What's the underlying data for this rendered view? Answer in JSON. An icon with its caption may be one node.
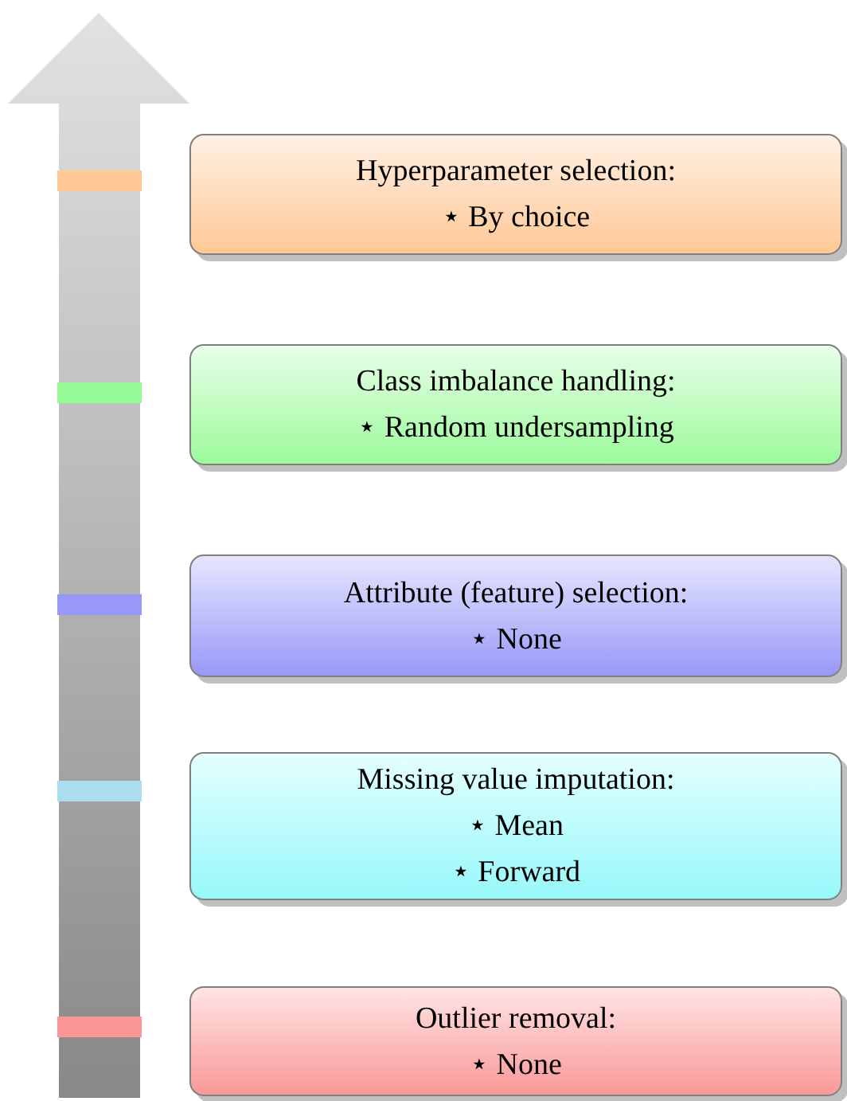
{
  "diagram": {
    "nodes": [
      {
        "text": [
          "Hyperparameter selection:",
          "⋆ By choice"
        ]
      },
      {
        "text": [
          "Class imbalance handling:",
          "⋆ Random undersampling"
        ]
      },
      {
        "text": [
          "Attribute (feature) selection:",
          "⋆ None"
        ]
      },
      {
        "text": [
          "Missing value imputation:",
          "⋆ Mean",
          "⋆ Forward"
        ]
      },
      {
        "text": [
          "Outlier removal:",
          "⋆ None"
        ]
      }
    ]
  }
}
